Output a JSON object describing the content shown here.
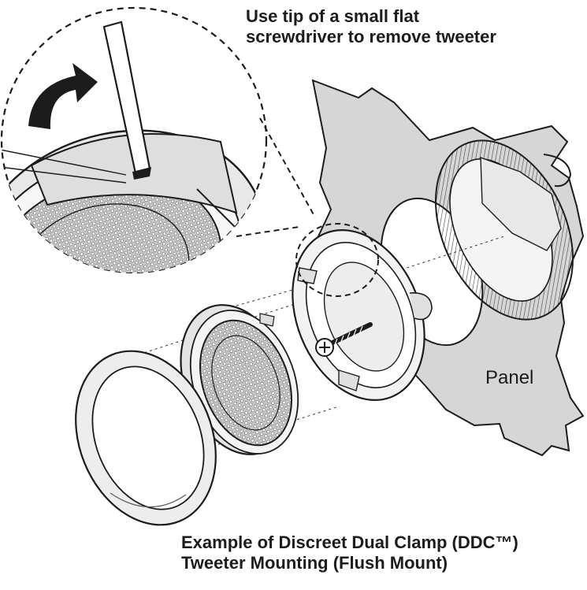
{
  "captions": {
    "instruction_line1": "Use tip of a small flat",
    "instruction_line2": "screwdriver to remove tweeter",
    "example_line1": "Example of Discreet Dual Clamp (DDC™)",
    "example_line2": "Tweeter Mounting (Flush Mount)"
  },
  "labels": {
    "panel": "Panel"
  },
  "icons": {
    "arrow": "curved-arrow-icon",
    "tool": "flat-screwdriver-icon"
  },
  "colors": {
    "ink": "#1c1c1c",
    "panel_fill": "#d6d6d6",
    "mesh_fill": "#bdbdbd",
    "background": "#ffffff"
  }
}
